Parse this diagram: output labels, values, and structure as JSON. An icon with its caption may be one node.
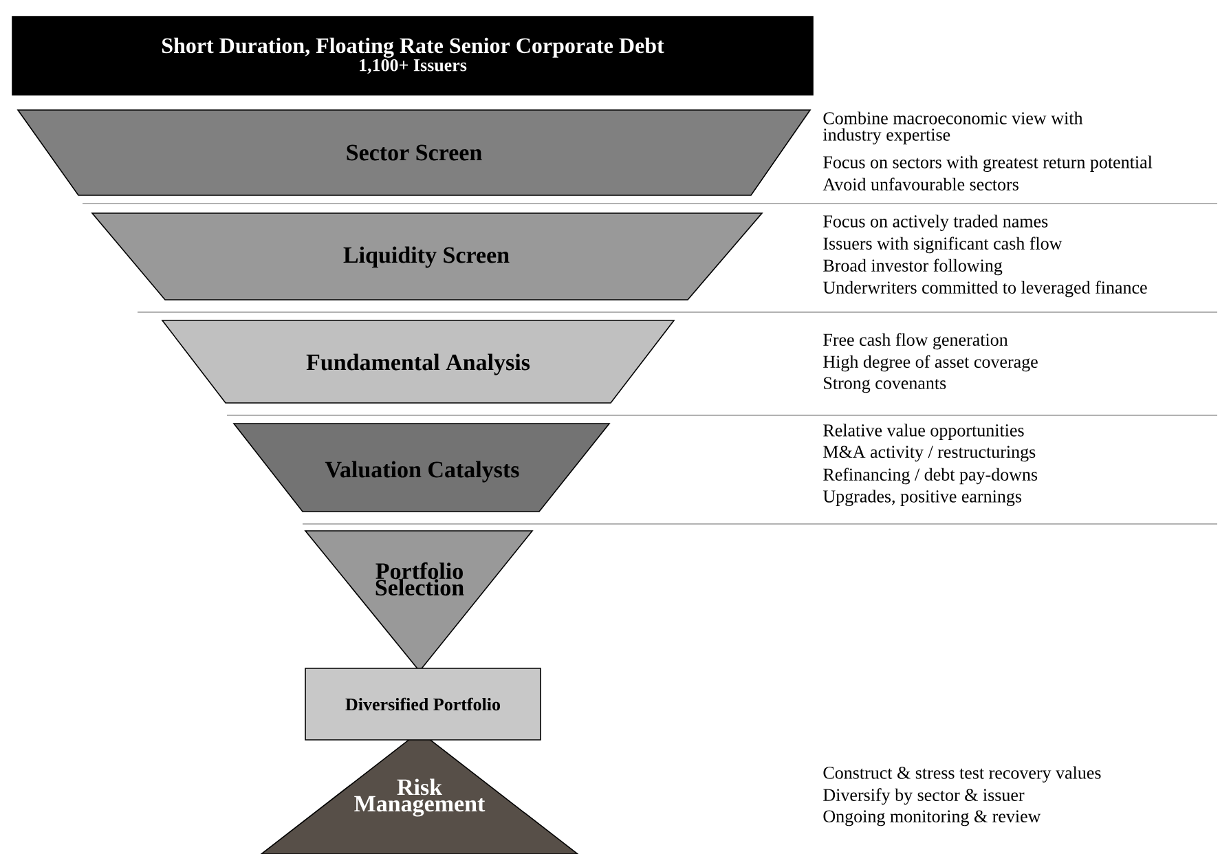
{
  "diagram": {
    "nodes": [
      {
        "text": [
          "Short Duration, Floating Rate Senior Corporate Debt",
          "1,100+ Issuers"
        ]
      },
      {
        "text": [
          "Sector Screen"
        ],
        "beside": [
          "Combine macroeconomic view with industry expertise",
          "Focus on sectors with greatest return potential",
          "Avoid unfavourable sectors"
        ]
      },
      {
        "text": [
          "Liquidity Screen"
        ],
        "beside": [
          "Focus on actively traded names",
          "Issuers with significant cash flow",
          "Broad investor following",
          "Underwriters committed to leveraged finance"
        ]
      },
      {
        "text": [
          "Fundamental Analysis"
        ],
        "beside": [
          "Free cash flow generation",
          "High degree of asset coverage",
          "Strong covenants"
        ]
      },
      {
        "text": [
          "Valuation Catalysts"
        ],
        "beside": [
          "Relative value opportunities",
          "M&A activity / restructurings",
          "Refinancing / debt pay-downs",
          "Upgrades, positive earnings"
        ]
      },
      {
        "text": [
          "Portfolio Selection"
        ]
      },
      {
        "text": [
          "Risk Management"
        ],
        "beside": [
          "Construct & stress test recovery values",
          "Diversify by sector & issuer",
          "Ongoing monitoring & review"
        ]
      },
      {
        "text": [
          "Diversified Portfolio"
        ]
      }
    ]
  }
}
